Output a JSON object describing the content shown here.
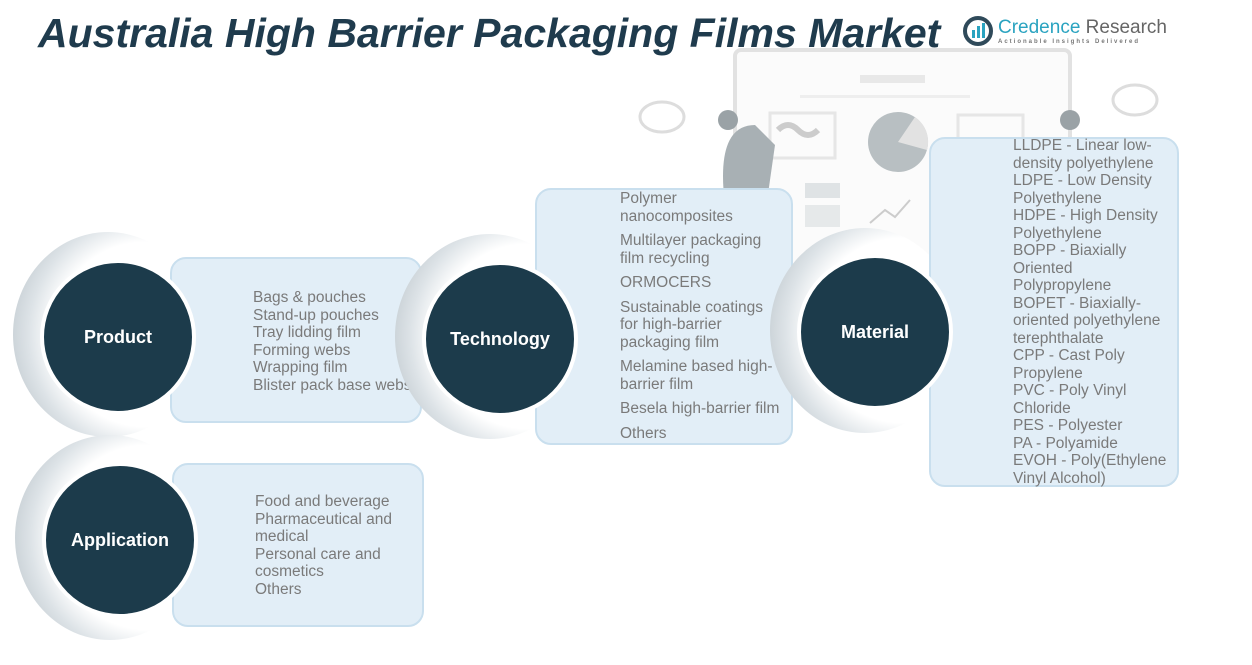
{
  "title": "Australia High Barrier Packaging Films Market",
  "logo": {
    "name_a": "Credence",
    "name_b": " Research",
    "tagline": "Actionable Insights Delivered"
  },
  "segments": {
    "product": {
      "label": "Product",
      "items": [
        "Bags & pouches",
        "Stand-up pouches",
        "Tray lidding film",
        "Forming webs",
        "Wrapping film",
        "Blister pack base webs"
      ]
    },
    "technology": {
      "label": "Technology",
      "items": [
        "Polymer nanocomposites",
        "Multilayer packaging film recycling",
        "ORMOCERS",
        "Sustainable coatings for high-barrier packaging film",
        "Melamine based high-barrier film",
        "Besela high-barrier film",
        "Others"
      ]
    },
    "material": {
      "label": "Material",
      "items": [
        "LLDPE - Linear low-density polyethylene",
        "LDPE - Low Density Polyethylene",
        "HDPE - High Density Polyethylene",
        "BOPP - Biaxially Oriented Polypropylene",
        "BOPET - Biaxially-oriented polyethylene terephthalate",
        "CPP - Cast Poly Propylene",
        "PVC - Poly Vinyl Chloride",
        "PES - Polyester",
        "PA - Polyamide",
        "EVOH - Poly(Ethylene Vinyl Alcohol)"
      ]
    },
    "application": {
      "label": "Application",
      "items": [
        "Food and beverage",
        "Pharmaceutical and medical",
        "Personal care and cosmetics",
        "Others"
      ]
    }
  }
}
